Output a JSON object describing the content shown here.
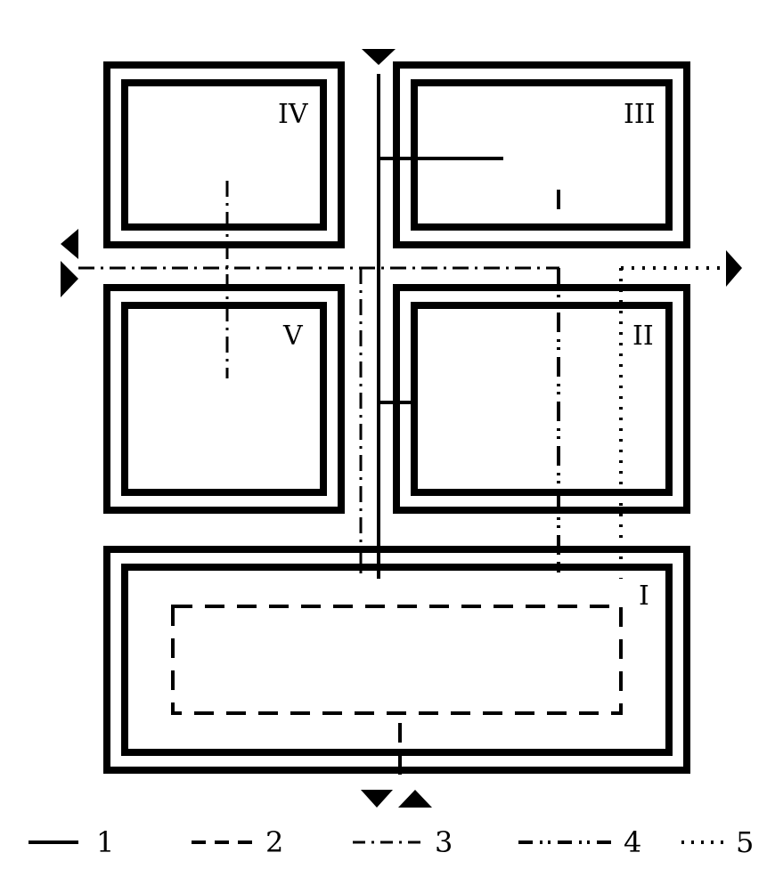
{
  "rooms": [
    {
      "id": "I",
      "label": "I"
    },
    {
      "id": "II",
      "label": "II"
    },
    {
      "id": "III",
      "label": "III"
    },
    {
      "id": "IV",
      "label": "IV"
    },
    {
      "id": "V",
      "label": "V"
    }
  ],
  "legend": [
    {
      "label": "1",
      "style": "solid"
    },
    {
      "label": "2",
      "style": "dashed"
    },
    {
      "label": "3",
      "style": "dash-dot"
    },
    {
      "label": "4",
      "style": "dash-dot-dot"
    },
    {
      "label": "5",
      "style": "dotted"
    }
  ]
}
